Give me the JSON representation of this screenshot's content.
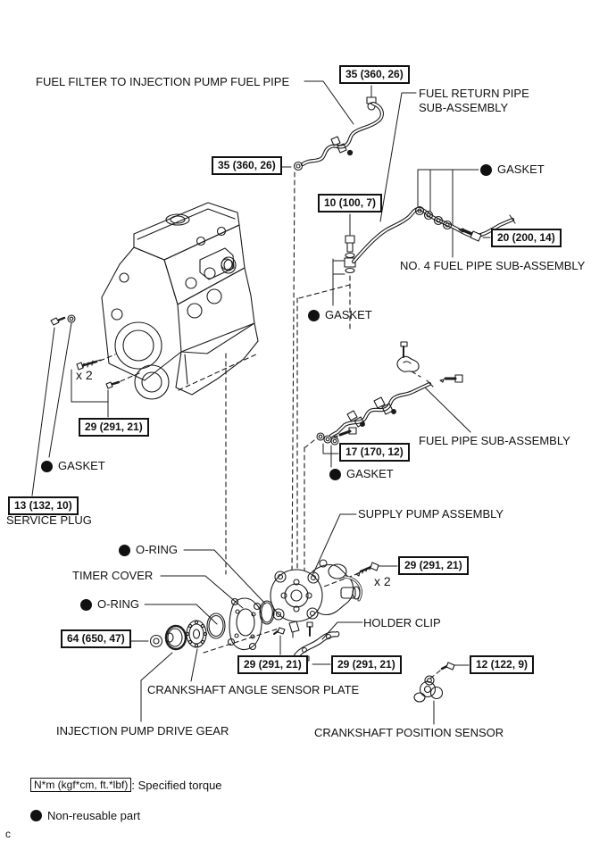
{
  "page": {
    "marker": "c"
  },
  "labels": {
    "fuel_filter_pipe": "FUEL FILTER TO INJECTION PUMP FUEL PIPE",
    "fuel_return_pipe": "FUEL RETURN PIPE SUB-ASSEMBLY",
    "gasket": "GASKET",
    "no4_fuel_pipe": "NO. 4 FUEL PIPE SUB-ASSEMBLY",
    "fuel_pipe_sub": "FUEL PIPE SUB-ASSEMBLY",
    "supply_pump": "SUPPLY PUMP ASSEMBLY",
    "service_plug": "SERVICE PLUG",
    "o_ring": "O-RING",
    "timer_cover": "TIMER COVER",
    "holder_clip": "HOLDER CLIP",
    "crank_angle_plate": "CRANKSHAFT ANGLE SENSOR PLATE",
    "injection_gear": "INJECTION PUMP DRIVE GEAR",
    "crank_position_sensor": "CRANKSHAFT POSITION SENSOR",
    "x2": "x 2"
  },
  "torques": {
    "t35": "35 (360, 26)",
    "t10": "10 (100, 7)",
    "t20": "20 (200, 14)",
    "t29": "29 (291, 21)",
    "t13": "13 (132, 10)",
    "t17": "17 (170, 12)",
    "t64": "64 (650, 47)",
    "t12": "12 (122, 9)"
  },
  "legend": {
    "unit_box": "N*m (kgf*cm, ft.*lbf)",
    "specified": ": Specified torque",
    "non_reusable": "Non-reusable part"
  }
}
